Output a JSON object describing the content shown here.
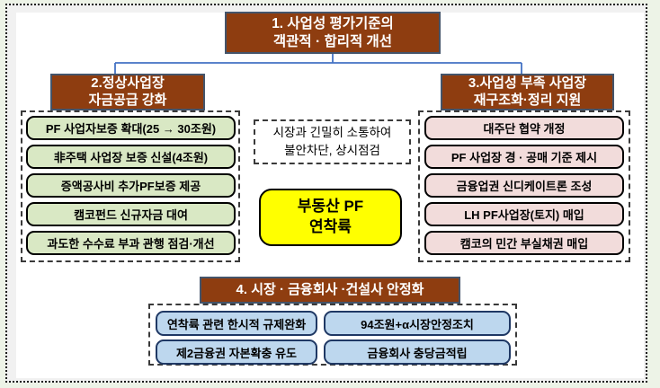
{
  "colors": {
    "page_margin_green": "#edf3e7",
    "header_fill": "#8E3D10",
    "header_border": "#44546A",
    "green_item_fill": "#D9E8C4",
    "pink_item_fill": "#F2DCDB",
    "blue_item_fill": "#BDD7EE",
    "blue_item_border": "#1F3864",
    "highlight_yellow": "#FFFF00",
    "connector_blue": "#4472C4"
  },
  "top_box": {
    "line1": "1. 사업성 평가기준의",
    "line2": "객관적 · 합리적 개선"
  },
  "left_section": {
    "title_line1": "2.정상사업장",
    "title_line2": "자금공급 강화",
    "items": [
      "PF 사업자보증 확대(25 → 30조원)",
      "非주택 사업장 보증 신설(4조원)",
      "증액공사비 추가PF보증 제공",
      "캠코펀드 신규자금 대여",
      "과도한 수수료 부과 관행 점검·개선"
    ]
  },
  "right_section": {
    "title_line1": "3.사업성 부족 사업장",
    "title_line2": "재구조화·정리 지원",
    "items": [
      "대주단 협약 개정",
      "PF 사업장 경 · 공매 기준 제시",
      "금융업권 신디케이트론 조성",
      "LH PF사업장(토지) 매입",
      "캠코의 민간 부실채권 매입"
    ]
  },
  "center": {
    "note_line1": "시장과 긴밀히 소통하여",
    "note_line2": "불안차단, 상시점검",
    "highlight_line1": "부동산 PF",
    "highlight_line2": "연착륙"
  },
  "bottom_section": {
    "title": "4. 시장 · 금융회사 ·건설사 안정화",
    "items": [
      "연착륙 관련 한시적 규제완화",
      "94조원+α시장안정조치",
      "제2금융권 자본확충 유도",
      "금융회사 충당금적립"
    ]
  }
}
